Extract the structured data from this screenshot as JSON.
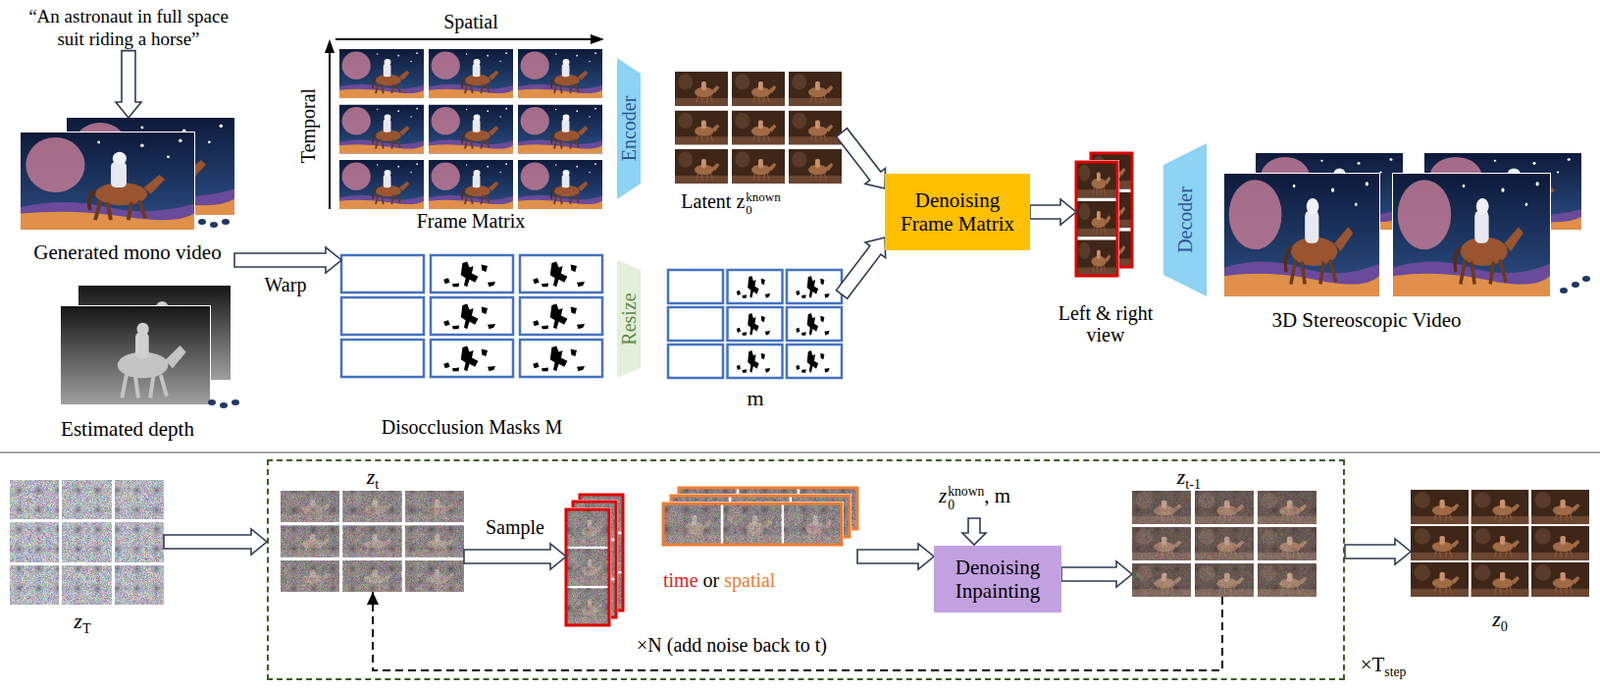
{
  "diagram": {
    "nodes": [
      {
        "text": [
          "“An astronaut in full space suit riding a horse”"
        ]
      },
      {
        "text": [
          "Generated mono video"
        ]
      },
      {
        "text": [
          "Estimated depth"
        ]
      },
      {
        "text": [
          "Frame Matrix"
        ]
      },
      {
        "text": [
          "Encoder"
        ]
      },
      {
        "text": [
          "Latent z",
          "0",
          "known"
        ]
      },
      {
        "text": [
          "Disocclusion Masks M"
        ]
      },
      {
        "text": [
          "Resize"
        ]
      },
      {
        "text": [
          "m"
        ]
      },
      {
        "text": [
          "Denoising Frame Matrix"
        ]
      },
      {
        "text": [
          "Left & right view"
        ]
      },
      {
        "text": [
          "Decoder"
        ]
      },
      {
        "text": [
          "3D Stereoscopic Video"
        ]
      },
      {
        "text": [
          "z",
          "T"
        ]
      },
      {
        "text": [
          "×T",
          "step"
        ]
      },
      {
        "text": [
          "z",
          "t"
        ],
        "in": 14
      },
      {
        "text": [
          "time",
          "or",
          "spatial"
        ],
        "in": 14
      },
      {
        "text": [
          "Denoising Inpainting"
        ],
        "in": 14
      },
      {
        "text": [
          "z",
          "t-1"
        ],
        "in": 14
      },
      {
        "text": [
          "z",
          "0"
        ]
      }
    ],
    "edges": [
      {
        "from": 0,
        "to": 1,
        "arrow": "to"
      },
      {
        "from": 1,
        "to": 6,
        "arrow": "to",
        "label": "Warp"
      },
      {
        "from": 5,
        "to": 9,
        "arrow": "to"
      },
      {
        "from": 8,
        "to": 9,
        "arrow": "to"
      },
      {
        "from": 9,
        "to": 10,
        "arrow": "to"
      },
      {
        "from": 13,
        "to": 14,
        "arrow": "to"
      },
      {
        "from": 15,
        "to": 16,
        "arrow": "to",
        "label": "Sample"
      },
      {
        "from": 16,
        "to": 17,
        "arrow": "to"
      },
      {
        "from": 17,
        "to": 18,
        "arrow": "to"
      },
      {
        "from": 18,
        "to": 15,
        "arrow": "to",
        "label": "×N (add noise back to t)"
      },
      {
        "from": 14,
        "to": 19,
        "arrow": "to"
      }
    ],
    "labels": [
      "Spatial",
      "Temporal",
      "z",
      "0",
      "known",
      ", m"
    ]
  }
}
